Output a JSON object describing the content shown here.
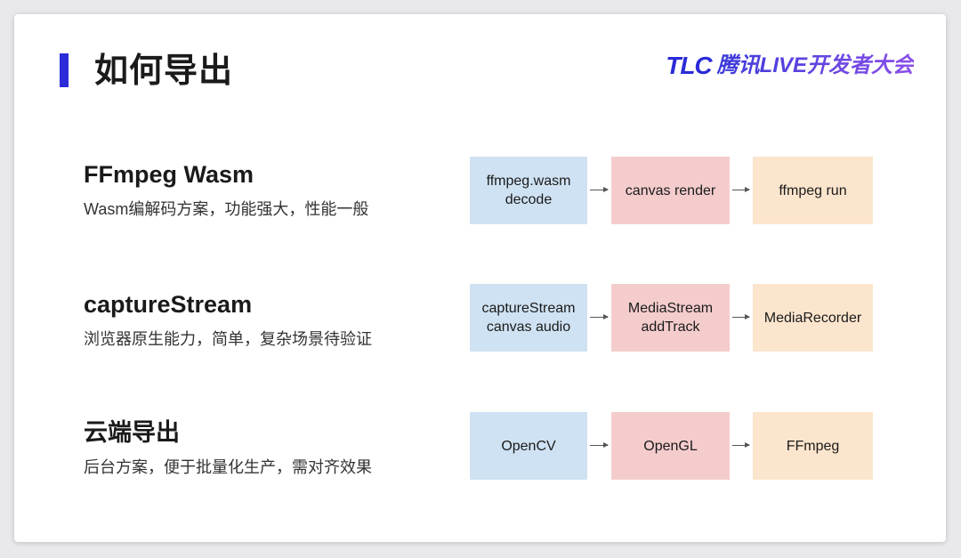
{
  "header": {
    "title": "如何导出",
    "brand_logo": "TLC",
    "brand_text": "腾讯LIVE开发者大会",
    "accent_color": "#2b2bd9"
  },
  "colors": {
    "box_blue": "#cfe2f3",
    "box_pink": "#f4cccc",
    "box_peach": "#fce5cd"
  },
  "sections": [
    {
      "title": "FFmpeg Wasm",
      "description": "Wasm编解码方案，功能强大，性能一般",
      "steps": [
        "ffmpeg.wasm\ndecode",
        "canvas render",
        "ffmpeg run"
      ]
    },
    {
      "title": "captureStream",
      "description": "浏览器原生能力，简单，复杂场景待验证",
      "steps": [
        "captureStream\ncanvas audio",
        "MediaStream\naddTrack",
        "MediaRecorder"
      ]
    },
    {
      "title": "云端导出",
      "description": "后台方案，便于批量化生产，需对齐效果",
      "steps": [
        "OpenCV",
        "OpenGL",
        "FFmpeg"
      ]
    }
  ]
}
